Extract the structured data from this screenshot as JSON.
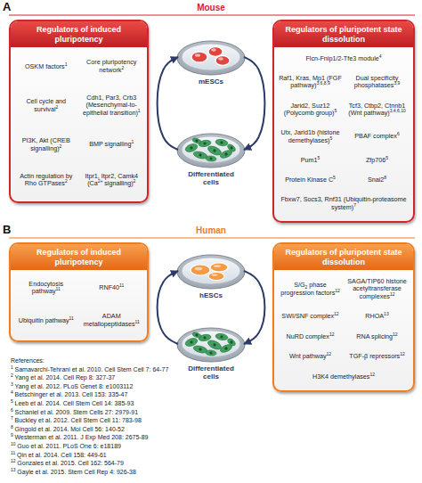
{
  "diagram": {
    "nodes": [
      {
        "text": [
          "Regulators of induced pluripotency",
          "OSKM factors",
          "1",
          "Core pluripotency network",
          "2",
          "Cell cycle and survival",
          "2",
          "Cdh1, Par3, Crb3 (Mesenchymal-to-epithelial transition)",
          "1",
          "PI3K, Akt (CREB signalling)",
          "2",
          "BMP signalling",
          "1",
          "Actin regulation by Rho GTPases",
          "2",
          "Itpr1, Itpr2, Camk4 (Ca",
          "2+",
          "signalling)",
          "2"
        ]
      },
      {
        "text": [
          "mESCs"
        ]
      },
      {
        "text": [
          "Differentiated cells"
        ]
      },
      {
        "text": [
          "Regulators of pluripotent state dissolution",
          "Flcn-Fnip1/2-Tfe3 module",
          "4",
          "Raf1, Kras, Mp1 (FGF pathway)",
          "3,6,8,9",
          "Dual specificity phosphatases",
          "3,9",
          "Jarid2, Suz12 (Polycomb group)",
          "5",
          "Tcf3, Ctbp2, Ctnnb1 (Wnt pathway)",
          "3,4,6,10",
          "Utx, Jarid1b (histone demethylases)",
          "5",
          "PBAF complex",
          "6",
          "Pum1",
          "5",
          "Zfp706",
          "5",
          "Protein Kinase C",
          "5",
          "Snai2",
          "8",
          "Fbxw7, Socs3, Rnf31 (Ubiquitin-proteasome system)",
          "7"
        ]
      },
      {
        "text": [
          "Regulators of induced pluripotency",
          "Endocytosis pathway",
          "11",
          "RNF40",
          "11",
          "Ubiquitin pathway",
          "11",
          "ADAM metallopeptidases",
          "11"
        ]
      },
      {
        "text": [
          "hESCs"
        ]
      },
      {
        "text": [
          "Differentiated cells"
        ]
      },
      {
        "text": [
          "Regulators of pluripotent state dissolution",
          "S/G",
          "2",
          "phase progression factors",
          "12",
          "SAGA/TIP60 histone acetyltransferase complexes",
          "12",
          "SWI/SNF complex",
          "12",
          "RHOA",
          "13",
          "NuRD complex",
          "12",
          "RNA splicing",
          "12",
          "Wnt pathway",
          "12",
          "TGF-β repressors",
          "12",
          "H3K4 demethylases",
          "12"
        ]
      }
    ],
    "edges": [
      {
        "from": 2,
        "to": 1,
        "arrow": "to"
      },
      {
        "from": 1,
        "to": 2,
        "arrow": "to"
      },
      {
        "from": 6,
        "to": 5,
        "arrow": "to"
      },
      {
        "from": 5,
        "to": 6,
        "arrow": "to"
      }
    ],
    "labels": [
      "A",
      "Mouse",
      "B",
      "Human",
      "References:",
      "1",
      "Samavarchi-Tehrani et al. 2010. Cell Stem Cell 7: 64-77",
      "2",
      "Yang et al. 2014. Cell Rep 8: 327-37",
      "3",
      "Yang et al. 2012. PLoS Genet 8: e1003112",
      "4",
      "Betschinger et al. 2013. Cell 153: 335-47",
      "5",
      "Leeb et al. 2014. Cell Stem Cell 14: 385-93",
      "6",
      "Schaniel et al. 2009. Stem Cells 27: 2979-91",
      "7",
      "Buckley et al. 2012. Cell Stem Cell 11: 783-98",
      "8",
      "Gingold et al. 2014. Mol Cell 56: 140-52",
      "9",
      "Westerman et al. 2011. J Exp Med 208: 2675-89",
      "10",
      "Guo et al. 2011. PLoS One 6: e18189",
      "11",
      "Qin et al. 2014. Cell 158: 449-61",
      "12",
      "Gonzales et al. 2015. Cell 162: 564-79",
      "13",
      "Gayle et al. 2015. Stem Cell Rep 4: 926-38"
    ]
  }
}
